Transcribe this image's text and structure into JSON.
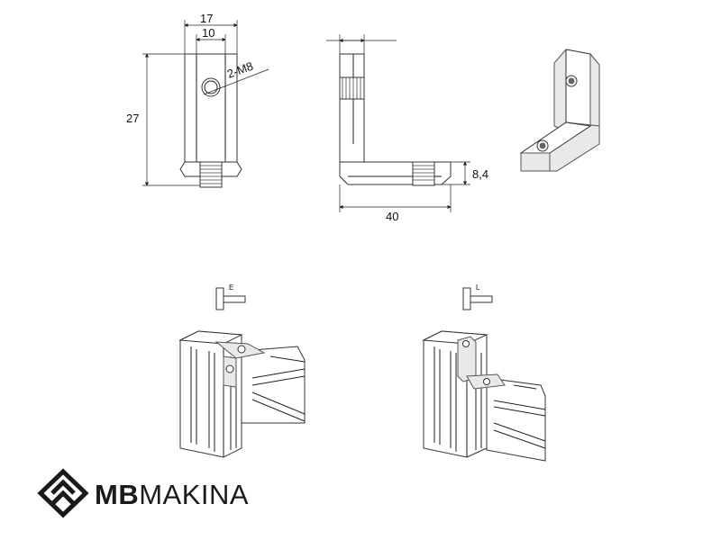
{
  "front_view": {
    "dim_width_outer": "17",
    "dim_width_inner": "10",
    "dim_height": "27",
    "dim_thread": "2-M8"
  },
  "side_view": {
    "dim_length": "40",
    "dim_thickness": "8,4"
  },
  "assembly": {
    "left_label": "E",
    "right_label": "L"
  },
  "brand": {
    "bold_part": "MB",
    "light_part": "MAKINA"
  },
  "colors": {
    "line": "#222222",
    "fill_gray": "#e9e9e9",
    "brand": "#1a1a1a"
  }
}
